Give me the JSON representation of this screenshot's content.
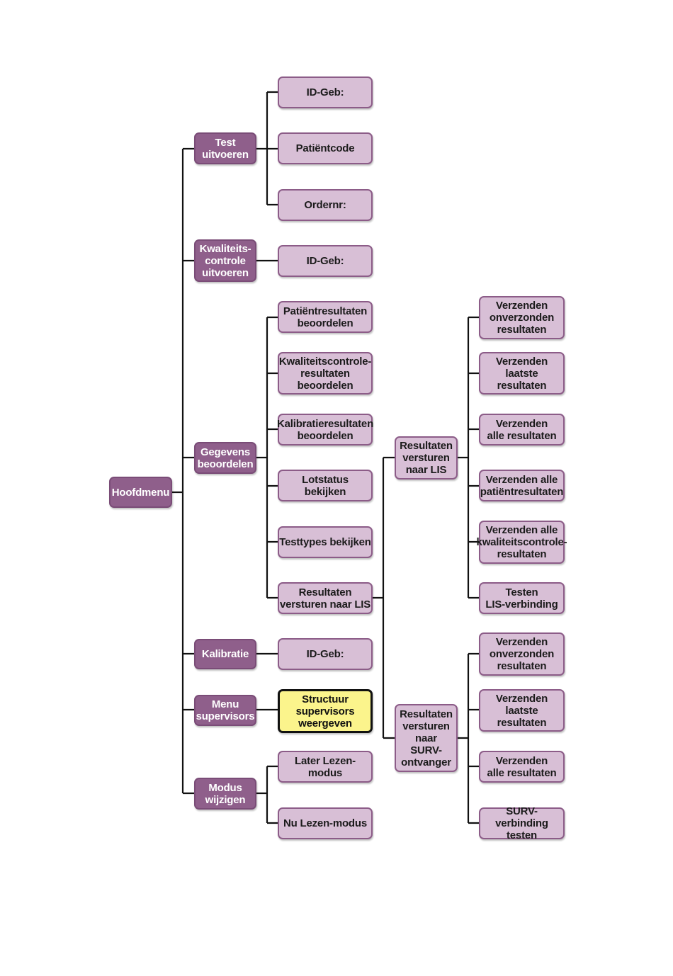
{
  "root": {
    "label": "Hoofdmenu"
  },
  "level1": [
    {
      "label": "Test\nuitvoeren"
    },
    {
      "label": "Kwaliteits-\ncontrole\nuitvoeren"
    },
    {
      "label": "Gegevens\nbeoordelen"
    },
    {
      "label": "Kalibratie"
    },
    {
      "label": "Menu\nsupervisors"
    },
    {
      "label": "Modus\nwijzigen"
    }
  ],
  "level2": [
    {
      "label": "ID-Geb:"
    },
    {
      "label": "Patiëntcode"
    },
    {
      "label": "Ordernr:"
    },
    {
      "label": "ID-Geb:"
    },
    {
      "label": "Patiëntresultaten\nbeoordelen"
    },
    {
      "label": "Kwaliteitscontrole-\nresultaten\nbeoordelen"
    },
    {
      "label": "Kalibratieresultaten\nbeoordelen"
    },
    {
      "label": "Lotstatus\nbekijken"
    },
    {
      "label": "Testtypes bekijken"
    },
    {
      "label": "Resultaten\nversturen naar LIS"
    },
    {
      "label": "ID-Geb:"
    },
    {
      "label": "Structuur\nsupervisors\nweergeven"
    },
    {
      "label": "Later Lezen-modus"
    },
    {
      "label": "Nu Lezen-modus"
    }
  ],
  "level3": [
    {
      "label": "Resultaten\nversturen\nnaar LIS"
    },
    {
      "label": "Resultaten\nversturen\nnaar\nSURV-\nontvanger"
    }
  ],
  "level4": [
    {
      "label": "Verzenden\nonverzonden\nresultaten"
    },
    {
      "label": "Verzenden\nlaatste\nresultaten"
    },
    {
      "label": "Verzenden\nalle resultaten"
    },
    {
      "label": "Verzenden alle\npatiëntresultaten"
    },
    {
      "label": "Verzenden alle\nkwaliteitscontrole-\nresultaten"
    },
    {
      "label": "Testen\nLIS-verbinding"
    },
    {
      "label": "Verzenden\nonverzonden\nresultaten"
    },
    {
      "label": "Verzenden\nlaatste\nresultaten"
    },
    {
      "label": "Verzenden\nalle resultaten"
    },
    {
      "label": "SURV-verbinding\ntesten"
    }
  ],
  "colors": {
    "dark": "#8f5f8b",
    "light": "#d8bfd6",
    "highlight": "#fbf48c",
    "line": "#111111"
  }
}
